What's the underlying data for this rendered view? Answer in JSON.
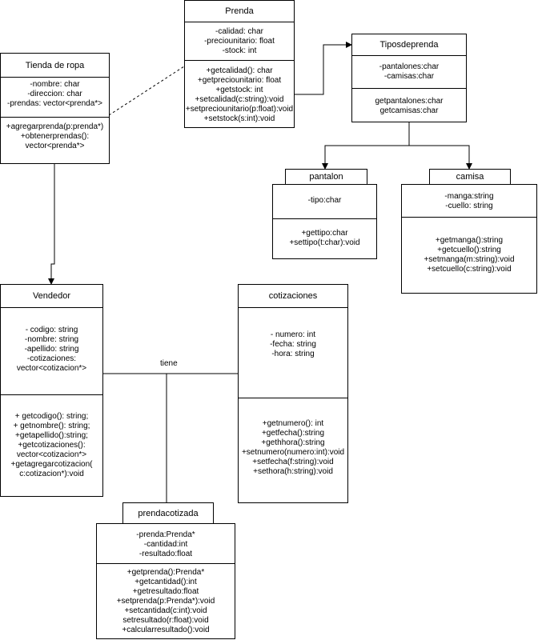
{
  "classes": {
    "tienda": {
      "name": "Tienda de ropa",
      "attributes": [
        "-nombre: char",
        "-direccion: char",
        "-prendas: vector<prenda*>"
      ],
      "methods": [
        "+agregarprenda(p:prenda*)",
        "+obtenerprendas():",
        "vector<prenda*>"
      ]
    },
    "prenda": {
      "name": "Prenda",
      "attributes": [
        "-calidad: char",
        "-preciounitario: float",
        "-stock: int"
      ],
      "methods": [
        "+getcalidad(): char",
        "+getpreciounitario: float",
        "+getstock: int",
        "+setcalidad(c:string):void",
        "+setpreciounitario(p:float):void",
        "+setstock(s:int):void"
      ]
    },
    "tipos": {
      "name": "Tiposdeprenda",
      "attributes": [
        "-pantalones:char",
        "-camisas:char"
      ],
      "methods": [
        "getpantalones:char",
        "getcamisas:char"
      ]
    },
    "pantalon": {
      "name": "pantalon",
      "attributes": [
        "-tipo:char"
      ],
      "methods": [
        "+gettipo:char",
        "+settipo(t:char):void"
      ]
    },
    "camisa": {
      "name": "camisa",
      "attributes": [
        "-manga:string",
        "-cuello: string"
      ],
      "methods": [
        "+getmanga():string",
        "+getcuello():string",
        "+setmanga(m:string):void",
        "+setcuello(c:string):void"
      ]
    },
    "vendedor": {
      "name": "Vendedor",
      "attributes": [
        "- codigo: string",
        "-nombre: string",
        "-apellido: string",
        "-cotizaciones:",
        "vector<cotizacion*>"
      ],
      "methods": [
        "+ getcodigo(): string;",
        "+ getnombre(): string;",
        "+getapellido():string;",
        "+getcotizaciones():",
        "vector<cotizacion*>",
        "+getagregarcotizacion(",
        "c:cotizacion*):void"
      ]
    },
    "cotizaciones": {
      "name": "cotizaciones",
      "attributes": [
        "- numero: int",
        "-fecha: string",
        "-hora: string"
      ],
      "methods": [
        "+getnumero(): int",
        "+getfecha():string",
        "+gethhora():string",
        "+setnumero(numero:int):void",
        "+setfecha(f:string):void",
        "+sethora(h:string):void"
      ]
    },
    "prendacotizada": {
      "name": "prendacotizada",
      "attributes": [
        "-prenda:Prenda*",
        "-cantidad:int",
        "-resultado:float"
      ],
      "methods": [
        "+getprenda():Prenda*",
        "+getcantidad():int",
        "+getresultado:float",
        "+setprenda(p:Prenda*):void",
        "+setcantidad(c:int):void",
        "setresultado(r:float):void",
        "+calcularresultado():void"
      ]
    }
  },
  "relations": {
    "tiene_label": "tiene"
  }
}
